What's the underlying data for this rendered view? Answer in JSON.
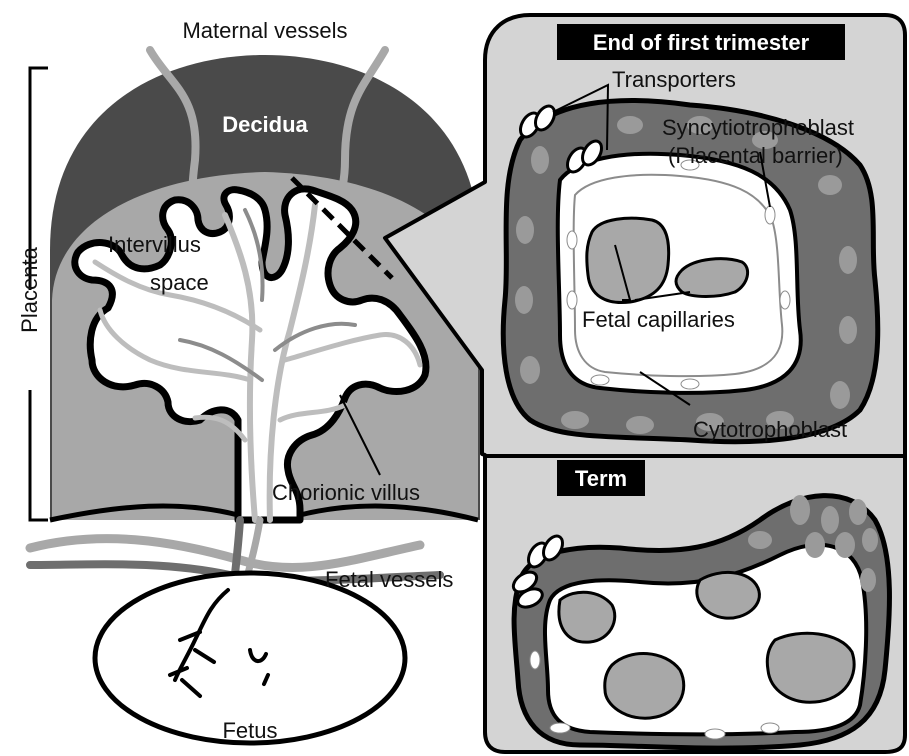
{
  "diagram": {
    "labels": {
      "maternal_vessels": "Maternal vessels",
      "decidua": "Decidua",
      "placenta": "Placenta",
      "intervillus_line1": "Intervillus",
      "intervillus_line2": "space",
      "chorionic_villus": "Chorionic  villus",
      "fetal_vessels": "Fetal vessels",
      "fetus": "Fetus"
    },
    "panel_first_trimester": {
      "header": "End of first trimester",
      "transporters": "Transporters",
      "syncytiotrophoblast_line1": "Syncytiotrophoblast",
      "syncytiotrophoblast_line2": "(Placental barrier)",
      "fetal_capillaries": "Fetal capillaries",
      "cytotrophoblast": "Cytotrophoblast"
    },
    "panel_term": {
      "header": "Term"
    },
    "colors": {
      "dark_gray": "#4a4a4a",
      "mid_gray": "#a8a8a8",
      "light_gray": "#d4d4d4",
      "black": "#000000",
      "white": "#ffffff"
    }
  }
}
